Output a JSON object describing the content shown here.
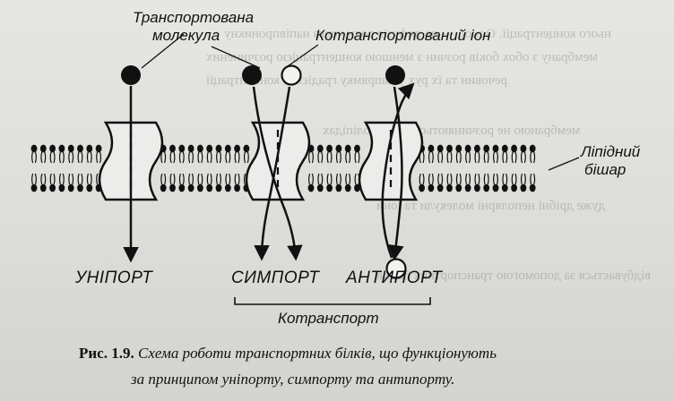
{
  "figure": {
    "label_transported_molecule": "Транспортована молекула",
    "label_transported_molecule_l1": "Транспортована",
    "label_transported_molecule_l2": "молекула",
    "label_cotransported_ion": "Котранспортований іон",
    "label_lipid_bilayer_l1": "Ліпідний",
    "label_lipid_bilayer_l2": "бішар",
    "label_uniport": "УНІПОРТ",
    "label_symport": "СИМПОРТ",
    "label_antiport": "АНТИПОРТ",
    "label_cotransport": "Котранспорт"
  },
  "caption": {
    "number": "Рис. 1.9.",
    "text_l1": "Схема роботи транспортних білків, що функціонують",
    "text_l2": "за принципом уніпорту, симпорту та антипорту."
  },
  "colors": {
    "ink": "#111111",
    "paper": "#e2e2df"
  }
}
